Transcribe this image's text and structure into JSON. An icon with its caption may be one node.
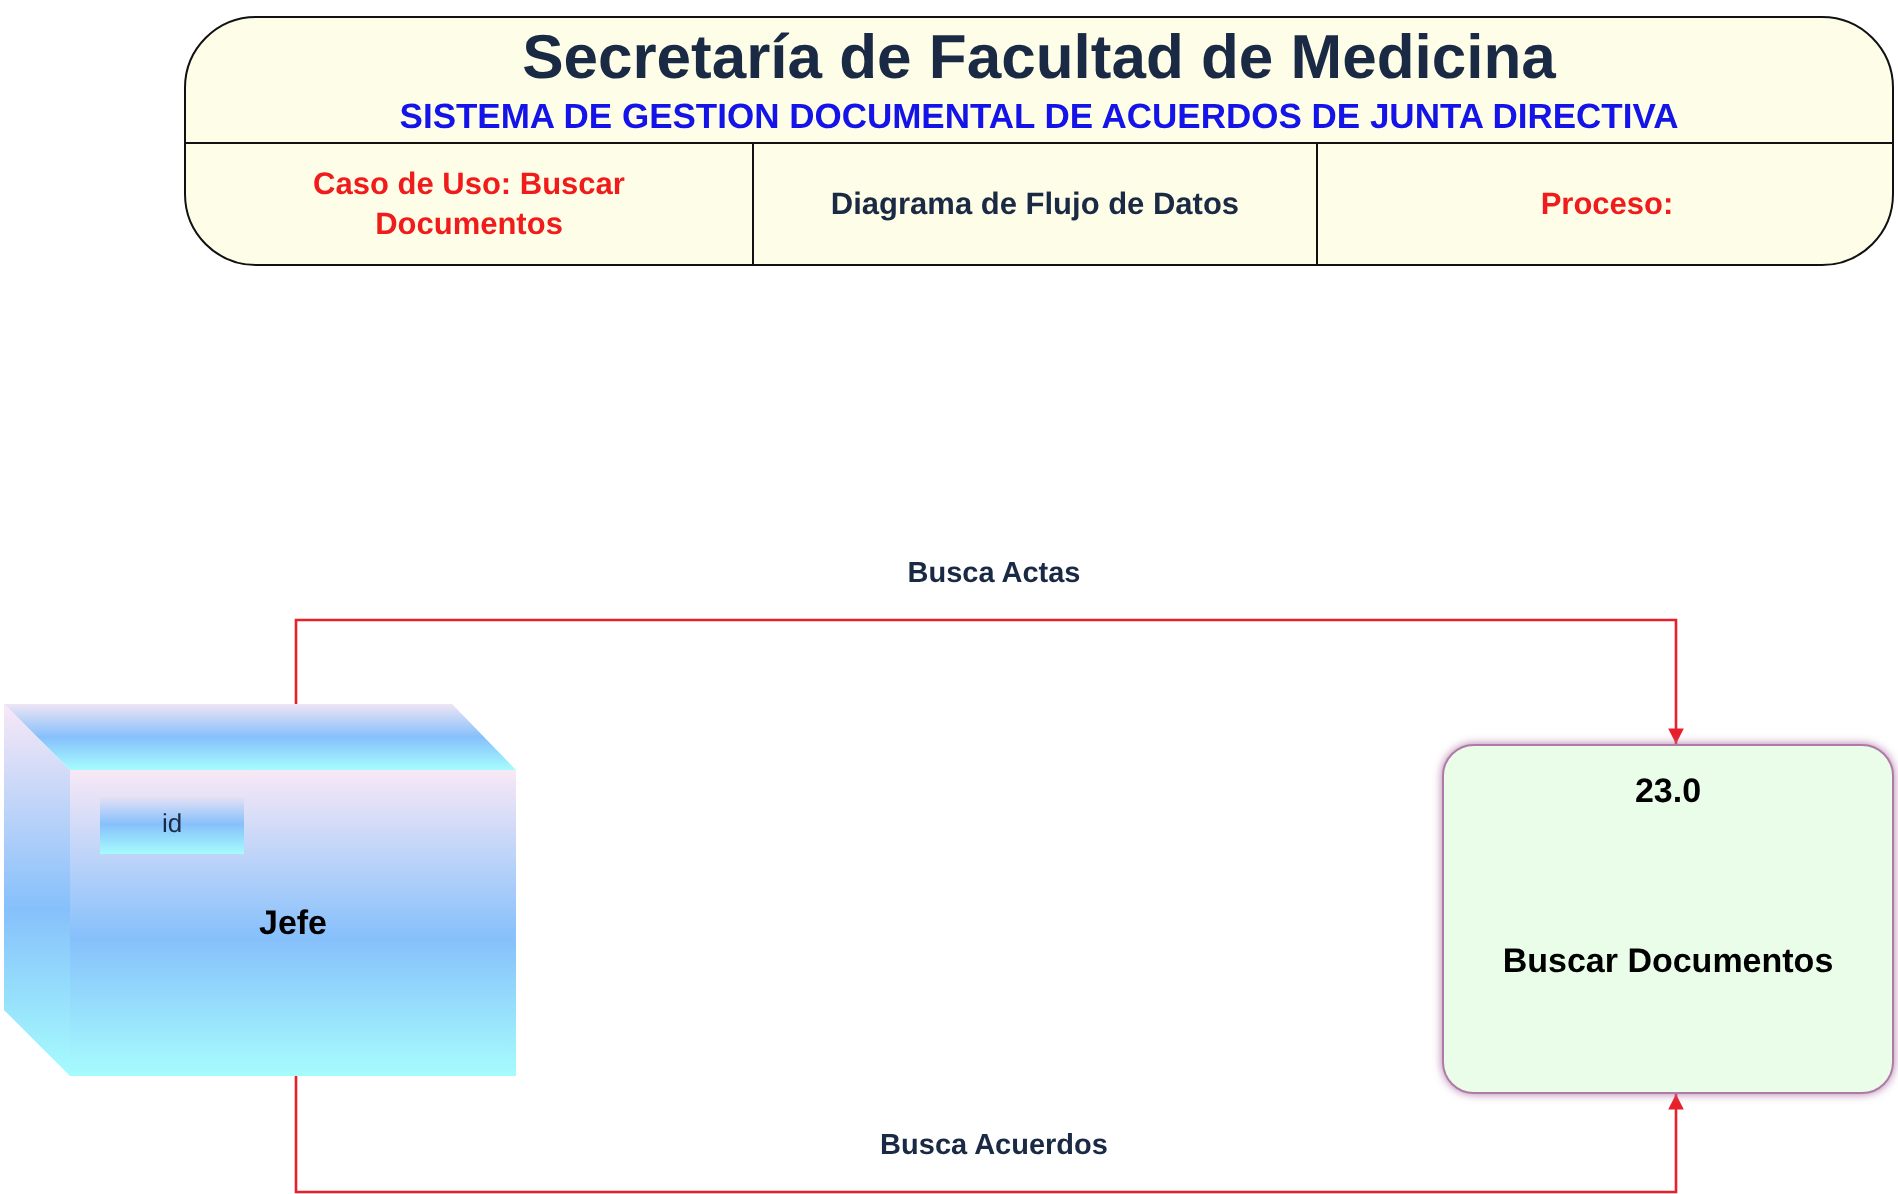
{
  "diagram": {
    "nodes": [
      {
        "text": [
          "Secretaría de Facultad de Medicina",
          "SISTEMA DE GESTION DOCUMENTAL DE ACUERDOS DE JUNTA DIRECTIVA"
        ]
      },
      {
        "text": [
          "Caso de Uso: Buscar Documentos"
        ],
        "in": 0
      },
      {
        "text": [
          "Diagrama de Flujo de Datos"
        ],
        "in": 0
      },
      {
        "text": [
          "Proceso:"
        ],
        "in": 0
      },
      {
        "text": [
          "Jefe"
        ]
      },
      {
        "text": [
          "id"
        ],
        "in": 4
      },
      {
        "text": [
          "23.0",
          "Buscar Documentos"
        ]
      }
    ],
    "edges": [
      {
        "from": 4,
        "to": 6,
        "arrow": "to",
        "label": "Busca Actas"
      },
      {
        "from": 4,
        "to": 6,
        "arrow": "to",
        "label": "Busca Acuerdos"
      }
    ]
  }
}
